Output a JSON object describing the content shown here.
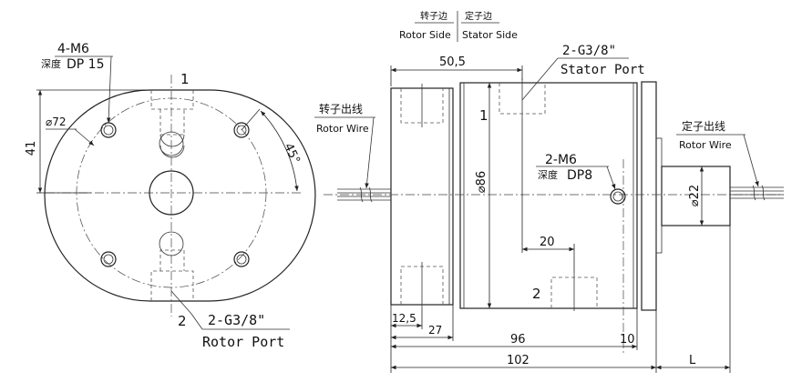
{
  "front_view": {
    "thread_callout": "4-M6",
    "depth_label": "深度",
    "depth_value": "DP 15",
    "pcd": "⌀72",
    "height_dim": "41",
    "angle": "45°",
    "port1_label": "1",
    "port2_label": "2",
    "rotor_port_code": "2-G3/8\"",
    "rotor_port_label": "Rotor Port"
  },
  "side_view": {
    "rotor_side_cn": "转子边",
    "rotor_side_en": "Rotor Side",
    "stator_side_cn": "定子边",
    "stator_side_en": "Stator Side",
    "stator_port_code": "2-G3/8\"",
    "stator_port_label": "Stator Port",
    "rotor_wire_cn": "转子出线",
    "rotor_wire_en": "Rotor Wire",
    "stator_wire_cn": "定子出线",
    "stator_wire_en": "Rotor Wire",
    "dim_50_5": "50,5",
    "dim_dia86": "⌀86",
    "hole_callout": "2-M6",
    "hole_depth_label": "深度",
    "hole_depth_value": "DP8",
    "dim_dia22": "⌀22",
    "dim_20": "20",
    "dim_12_5": "12,5",
    "dim_27": "27",
    "dim_96": "96",
    "dim_10": "10",
    "dim_102": "102",
    "dim_L": "L",
    "port1_label": "1",
    "port2_label": "2"
  }
}
